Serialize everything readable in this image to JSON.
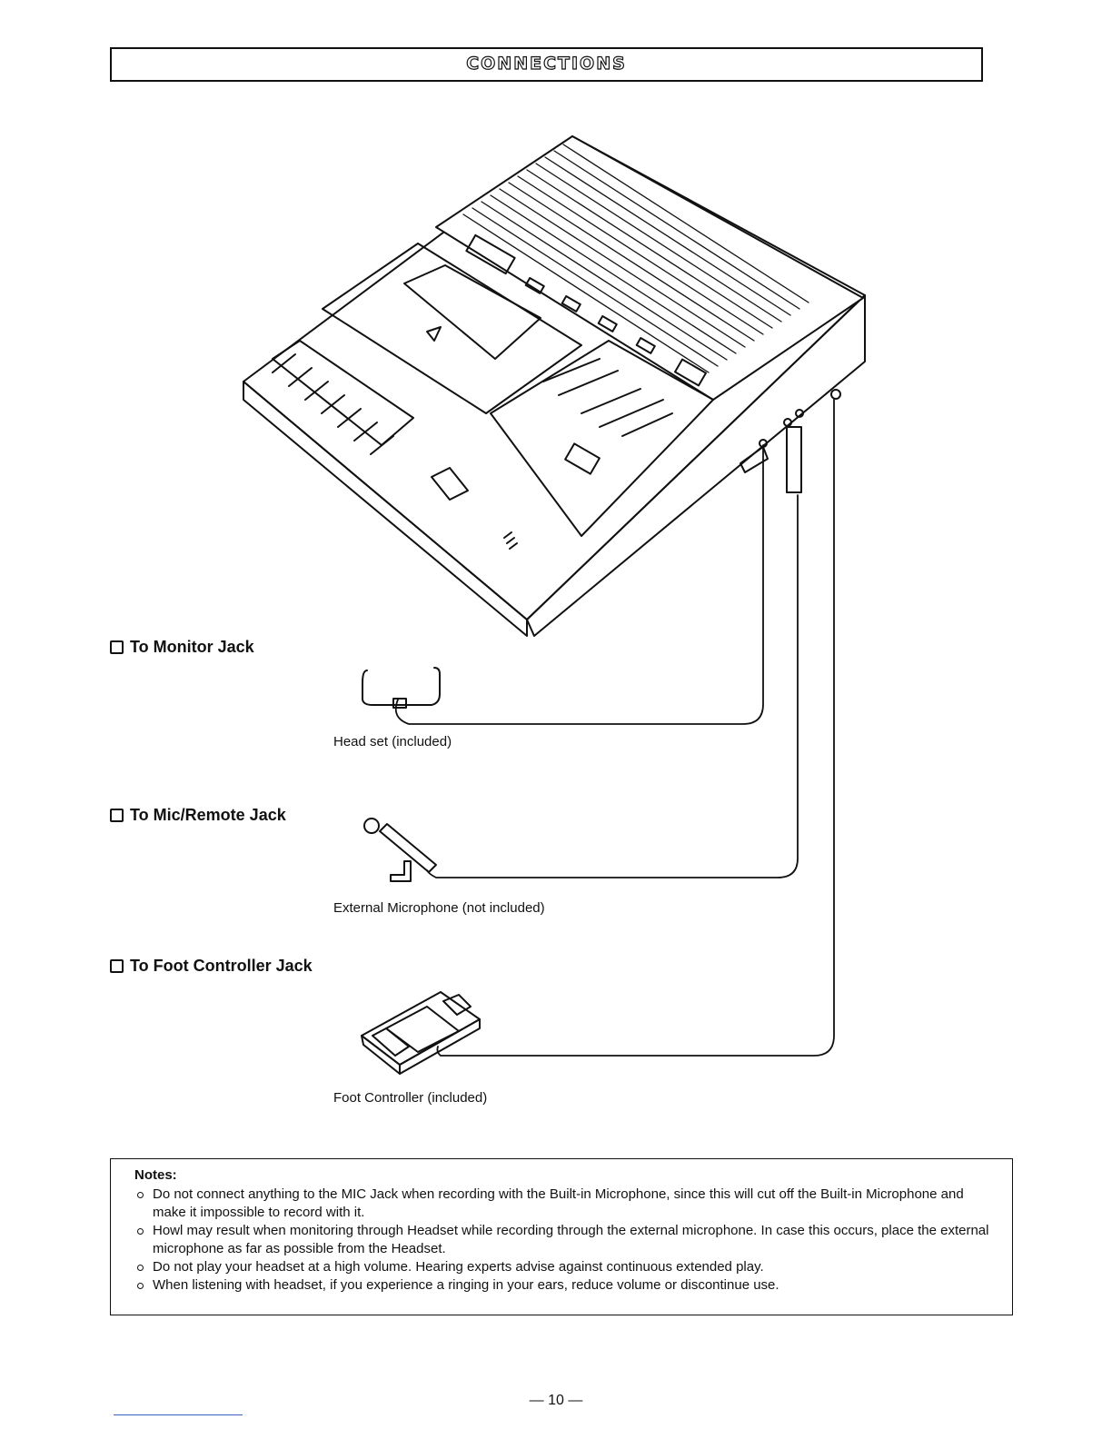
{
  "header": {
    "title": "CONNECTIONS"
  },
  "sections": [
    {
      "label": "To Monitor Jack",
      "caption": "Head set (included)"
    },
    {
      "label": "To Mic/Remote Jack",
      "caption": "External Microphone (not included)"
    },
    {
      "label": "To Foot Controller Jack",
      "caption": "Foot Controller (included)"
    }
  ],
  "notes": {
    "title": "Notes:",
    "items": [
      "Do not connect anything to the MIC Jack when recording with the Built-in Microphone, since this will cut off the Built-in Microphone and make it impossible to record with it.",
      "Howl may result when monitoring through Headset while recording through the external microphone. In case this occurs, place the external microphone as far as possible from the Headset.",
      "Do not play your headset at a high volume. Hearing experts advise against continuous extended play.",
      "When listening with headset, if you experience a ringing in your ears, reduce volume or discontinue use."
    ]
  },
  "footer": {
    "page": "— 10 —"
  }
}
